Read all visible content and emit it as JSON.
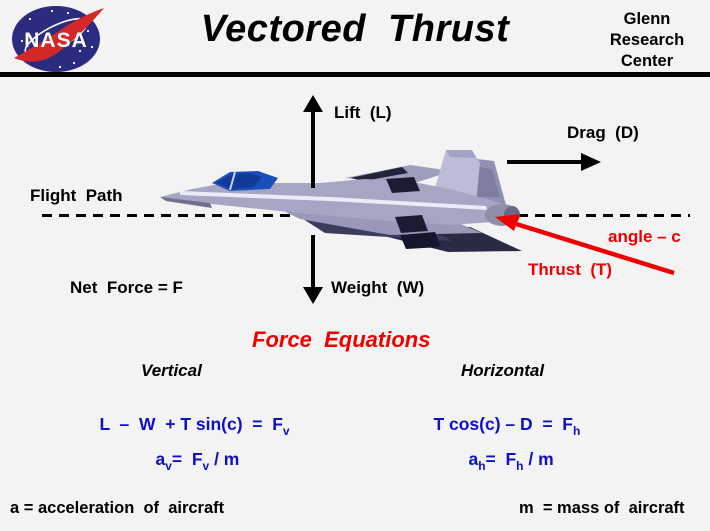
{
  "header": {
    "logo_text": "NASA",
    "title": "Vectored  Thrust",
    "org_lines": [
      "Glenn",
      "Research",
      "Center"
    ]
  },
  "diagram": {
    "flight_path_label": "Flight  Path",
    "lift_label": "Lift  (L)",
    "drag_label": "Drag  (D)",
    "weight_label": "Weight  (W)",
    "net_force_label": "Net  Force = F",
    "thrust_label": "Thrust  (T)",
    "angle_label": "angle – c"
  },
  "equations": {
    "section_title": "Force  Equations",
    "vertical": {
      "heading": "Vertical",
      "eq1": {
        "t1": "L  –  W  + T sin(c)  =  F",
        "s1": "v"
      },
      "eq2": {
        "t1": "a",
        "s1": "v",
        "t2": "=  F",
        "s2": "v",
        "t3": " / m"
      }
    },
    "horizontal": {
      "heading": "Horizontal",
      "eq1": {
        "t1": "T cos(c) – D  =  F",
        "s1": "h"
      },
      "eq2": {
        "t1": "a",
        "s1": "h",
        "t2": "=  F",
        "s2": "h",
        "t3": " / m"
      }
    }
  },
  "footnotes": {
    "accel": "a = acceleration  of  aircraft",
    "mass": "m  = mass of  aircraft"
  },
  "colors": {
    "background": "#f3f3f3",
    "accent_red": "#ee0000",
    "equation_blue": "#0f0fc4",
    "nasa_blue": "#2b2b80",
    "nasa_red": "#d42828",
    "aircraft_body": "#a6a6c4",
    "canopy_blue": "#1a4eba"
  }
}
